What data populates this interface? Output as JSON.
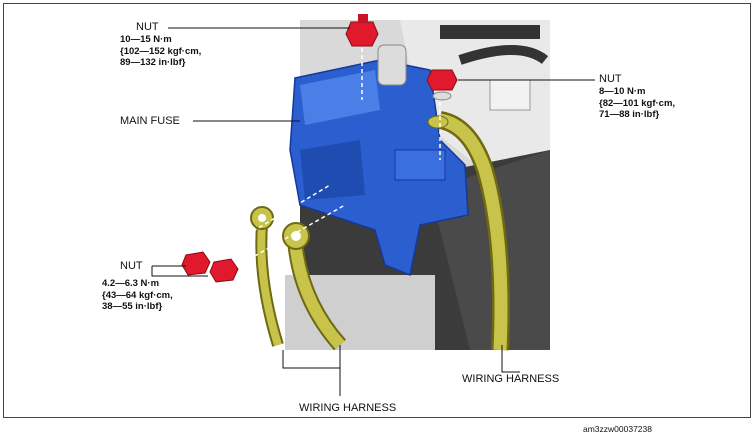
{
  "labels": {
    "nut_top": {
      "title": "NUT",
      "lines": [
        "10—15 N·m",
        "{102—152 kgf·cm,",
        "89—132 in·lbf}"
      ]
    },
    "nut_right": {
      "title": "NUT",
      "lines": [
        "8—10 N·m",
        "{82—101 kgf·cm,",
        "71—88 in·lbf}"
      ]
    },
    "nut_left": {
      "title": "NUT",
      "lines": [
        "4.2—6.3 N·m",
        "{43—64 kgf·cm,",
        "38—55 in·lbf}"
      ]
    },
    "main_fuse": "MAIN FUSE",
    "wiring_harness_right": "WIRING HARNESS",
    "wiring_harness_bottom": "WIRING HARNESS"
  },
  "image_code": "am3zzw00037238",
  "colors": {
    "fuse_blue": "#2b5fcf",
    "nut_red": "#e01a2c",
    "harness_olive": "#b9b43a",
    "battery_gray": "#3a3a3a"
  }
}
